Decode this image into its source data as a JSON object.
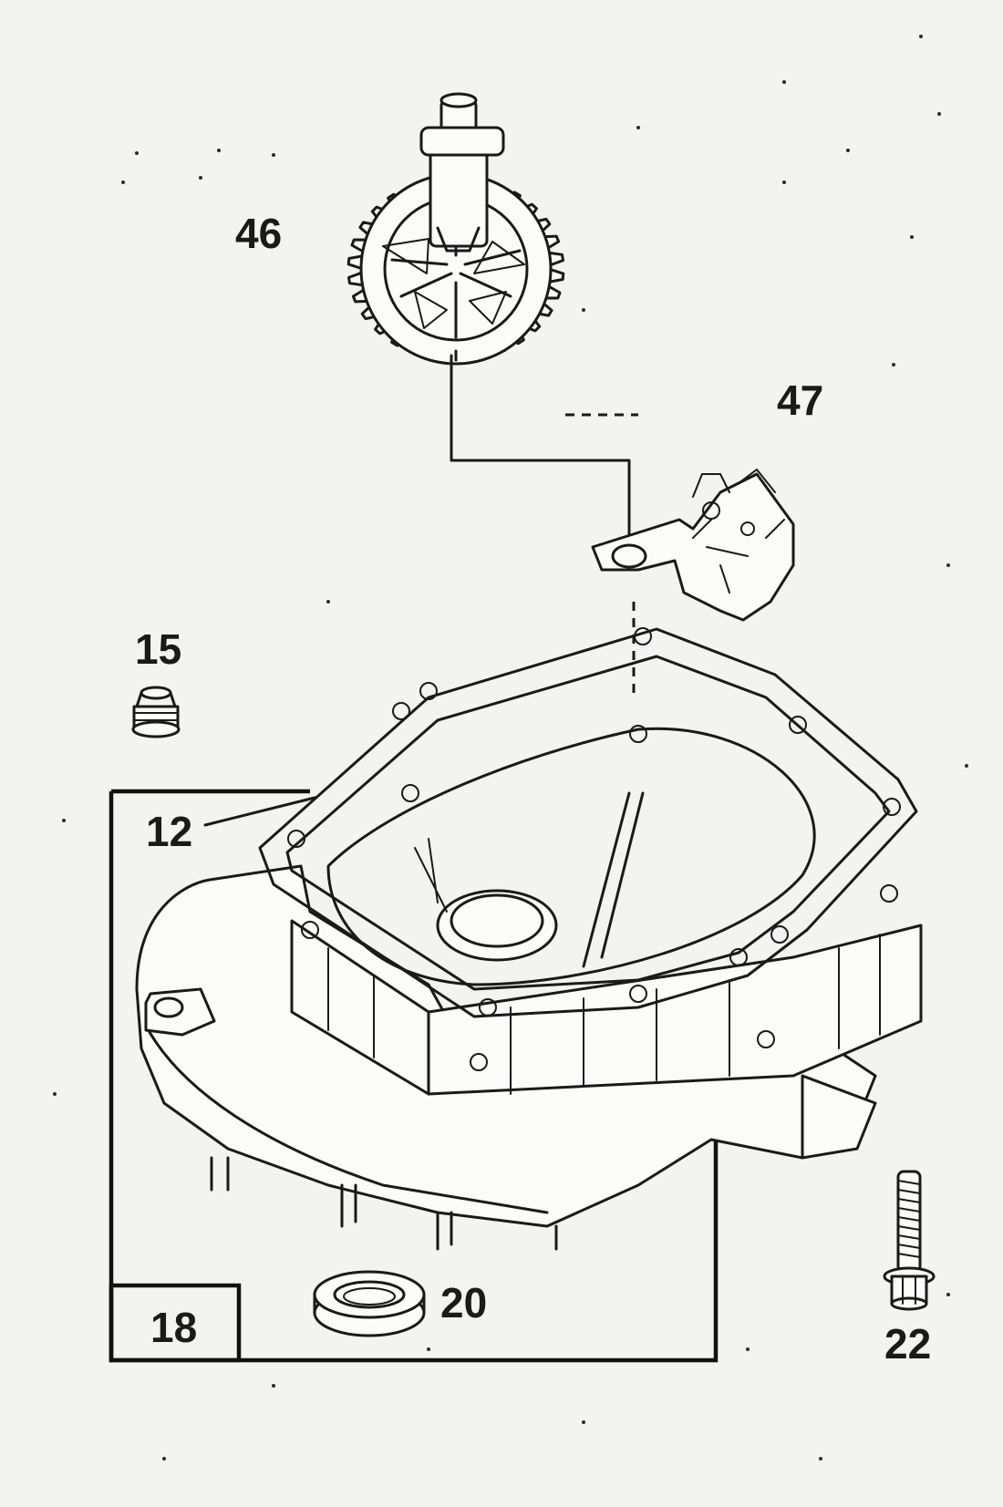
{
  "callouts": {
    "part_46": "46",
    "part_47": "47",
    "part_15": "15",
    "part_12": "12",
    "part_18": "18",
    "part_20": "20",
    "part_22": "22"
  },
  "colors": {
    "background": "#f3f3f1",
    "ink": "#1a1a1a"
  }
}
